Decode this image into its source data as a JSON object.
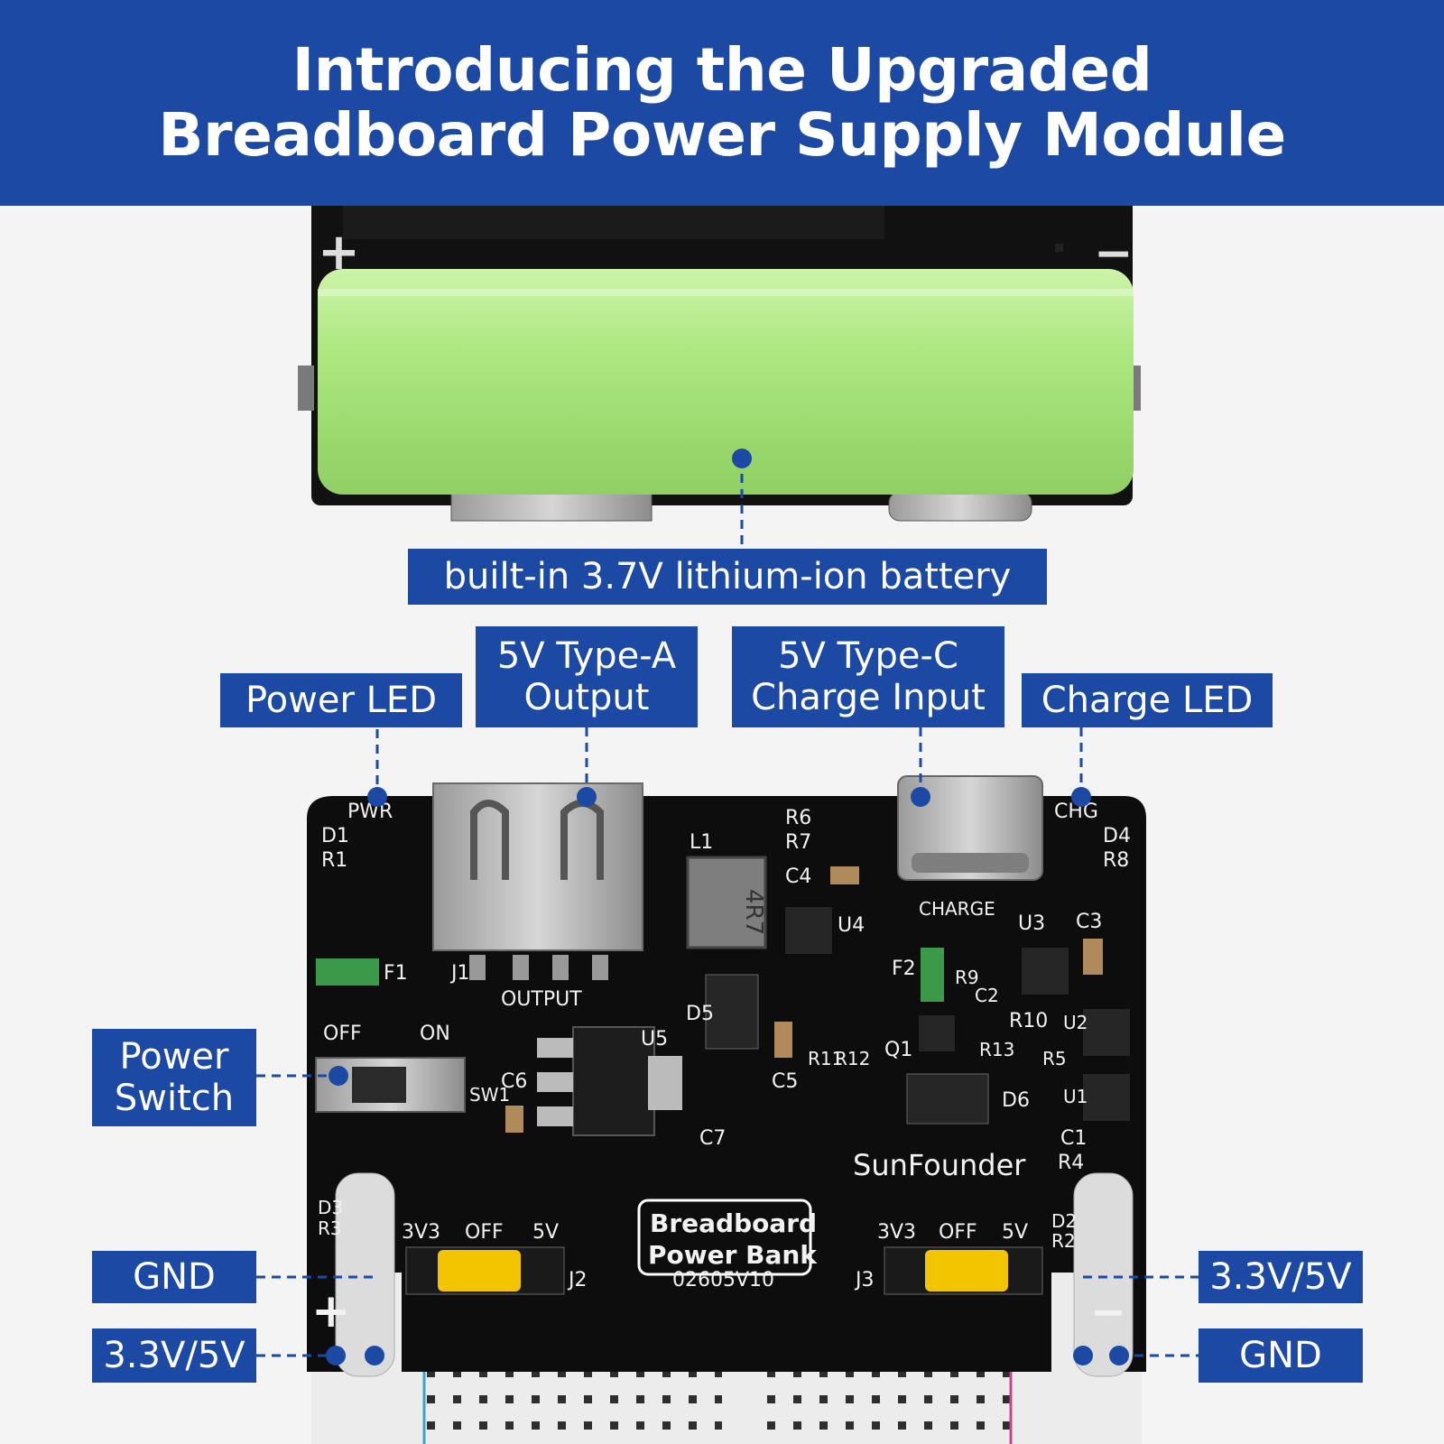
{
  "banner": {
    "line1": "Introducing the Upgraded",
    "line2": "Breadboard Power Supply Module"
  },
  "labels": {
    "battery": "built-in 3.7V lithium-ion battery",
    "power_led": "Power LED",
    "type_a_line1": "5V Type-A",
    "type_a_line2": "Output",
    "type_c_line1": "5V Type-C",
    "type_c_line2": "Charge Input",
    "charge_led": "Charge LED",
    "power_switch_line1": "Power",
    "power_switch_line2": "Switch",
    "gnd_left": "GND",
    "v_left": "3.3V/5V",
    "v_right": "3.3V/5V",
    "gnd_right": "GND"
  },
  "board_silkscreen": {
    "pwr": "PWR",
    "d1": "D1",
    "r1": "R1",
    "f1": "F1",
    "j1": "J1",
    "output": "OUTPUT",
    "l1": "L1",
    "inductor": "4R7",
    "r6": "R6",
    "r7": "R7",
    "c4": "C4",
    "u4": "U4",
    "charge": "CHARGE",
    "chg": "CHG",
    "d4": "D4",
    "r8": "R8",
    "u3": "U3",
    "c3": "C3",
    "off": "OFF",
    "on": "ON",
    "sw1": "SW1",
    "c6": "C6",
    "u5": "U5",
    "c7": "C7",
    "d5": "D5",
    "c5": "C5",
    "r11": "R11",
    "r12": "R12",
    "q1": "Q1",
    "r13": "R13",
    "f2": "F2",
    "r9": "R9",
    "c2": "C2",
    "r10": "R10",
    "u2": "U2",
    "r5": "R5",
    "u1": "U1",
    "d6": "D6",
    "c1": "C1",
    "r4": "R4",
    "brand": "SunFounder",
    "bank_line1": "Breadboard",
    "bank_line2": "Power Bank",
    "j2": "J2",
    "j3": "J3",
    "jumper_3v3": "3V3",
    "jumper_off": "OFF",
    "jumper_5v": "5V",
    "part_no": "02605V10",
    "d3": "D3",
    "r3": "R3",
    "d2": "D2",
    "r2": "R2",
    "plus": "+",
    "minus": "−"
  },
  "colors": {
    "accent": "#1c49a3",
    "battery": "#a6e57a",
    "pcb": "#0d0d0d",
    "jumper": "#f3c400"
  }
}
